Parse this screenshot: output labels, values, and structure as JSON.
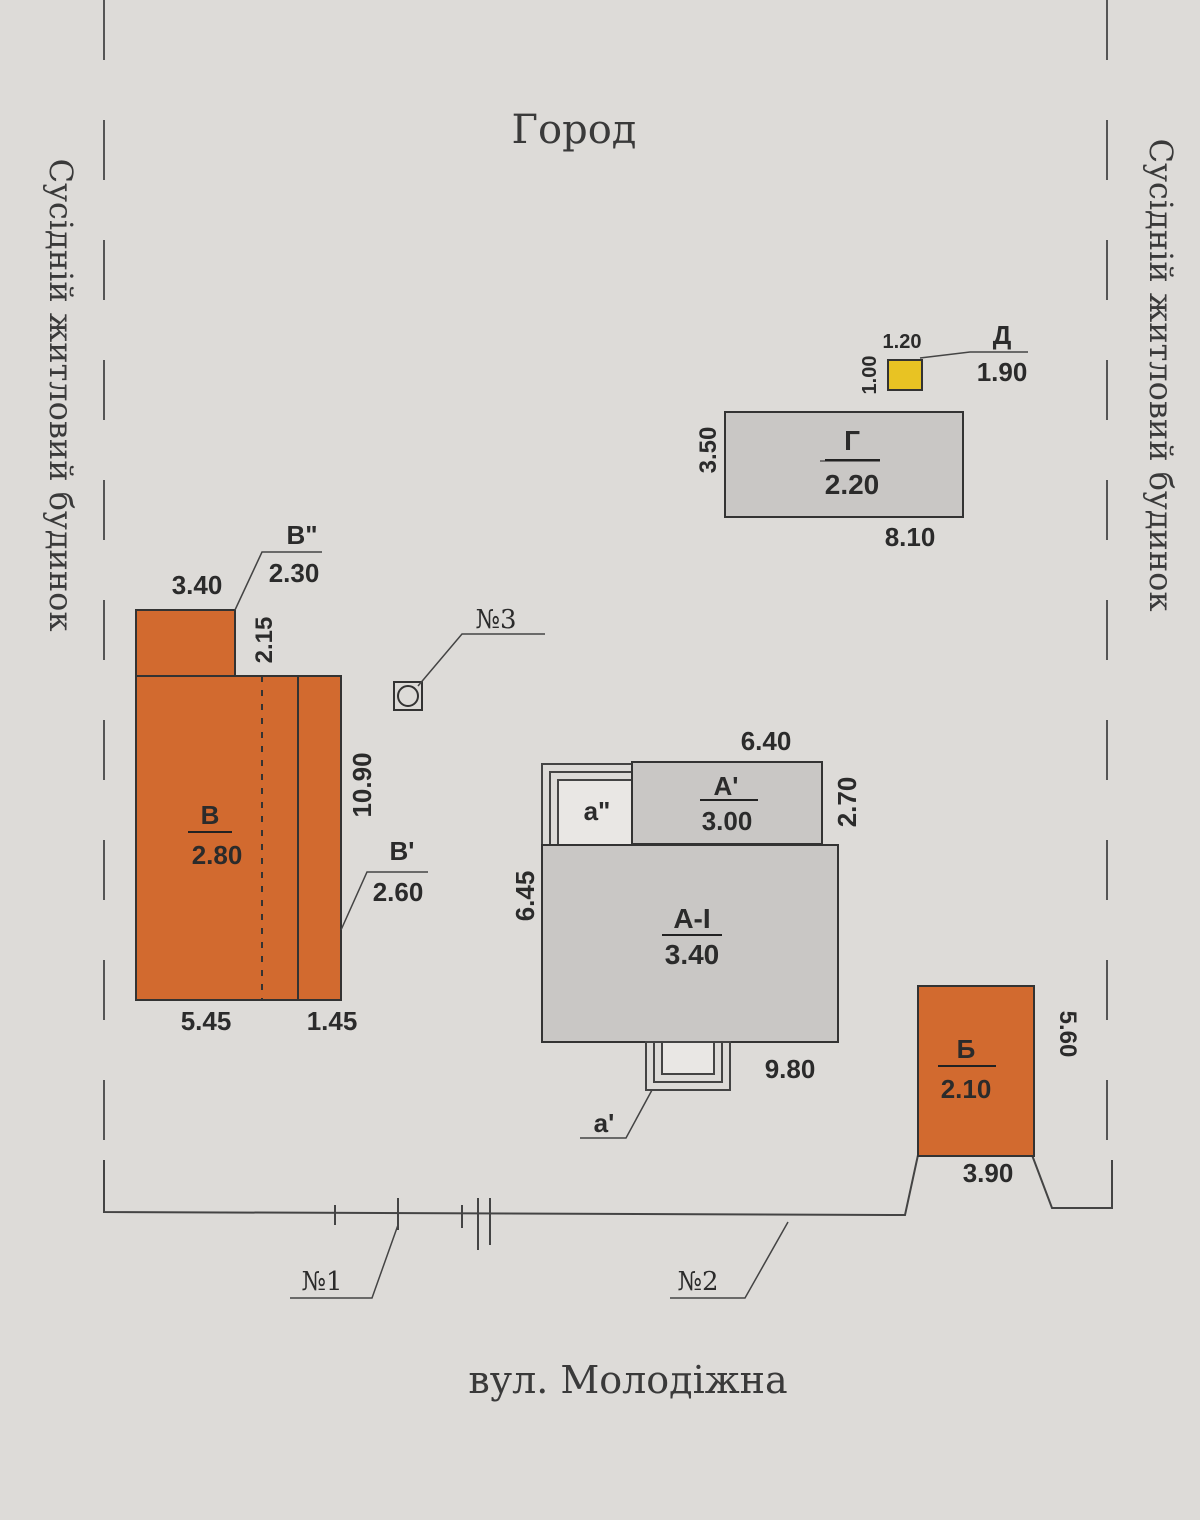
{
  "labels": {
    "garden": "Город",
    "street": "вул. Молодіжна",
    "neighbor_left": "Сусідній житловий будинок",
    "neighbor_right": "Сусідній житловий будинок"
  },
  "colors": {
    "background": "#dddbd8",
    "line": "#3a3a3a",
    "gray_building": "#c9c7c5",
    "orange_building": "#d26a2f",
    "yellow_marker": "#e8c323"
  },
  "buildings": {
    "V": {
      "name": "В",
      "value": "2.80"
    },
    "V1": {
      "name": "В'",
      "value": "2.60"
    },
    "V2": {
      "name": "В\"",
      "value": "2.30"
    },
    "G": {
      "name": "Г",
      "value": "2.20"
    },
    "D": {
      "name": "Д",
      "value": "1.90"
    },
    "A": {
      "name": "А-I",
      "value": "3.40"
    },
    "A1": {
      "name": "А'",
      "value": "3.00"
    },
    "B": {
      "name": "Б",
      "value": "2.10"
    },
    "a1": {
      "name": "а'"
    },
    "a2": {
      "name": "а\""
    }
  },
  "dimensions": {
    "v2_width": "3.40",
    "v2_height": "2.15",
    "v_height": "10.90",
    "v_width": "5.45",
    "v1_width": "1.45",
    "d_width": "1.20",
    "d_height": "1.00",
    "g_height": "3.50",
    "g_width": "8.10",
    "a1_width": "6.40",
    "a1_height": "2.70",
    "a_height": "6.45",
    "a_width": "9.80",
    "b_height": "5.60",
    "b_width": "3.90"
  },
  "markers": {
    "n1": "№1",
    "n2": "№2",
    "n3": "№3"
  }
}
